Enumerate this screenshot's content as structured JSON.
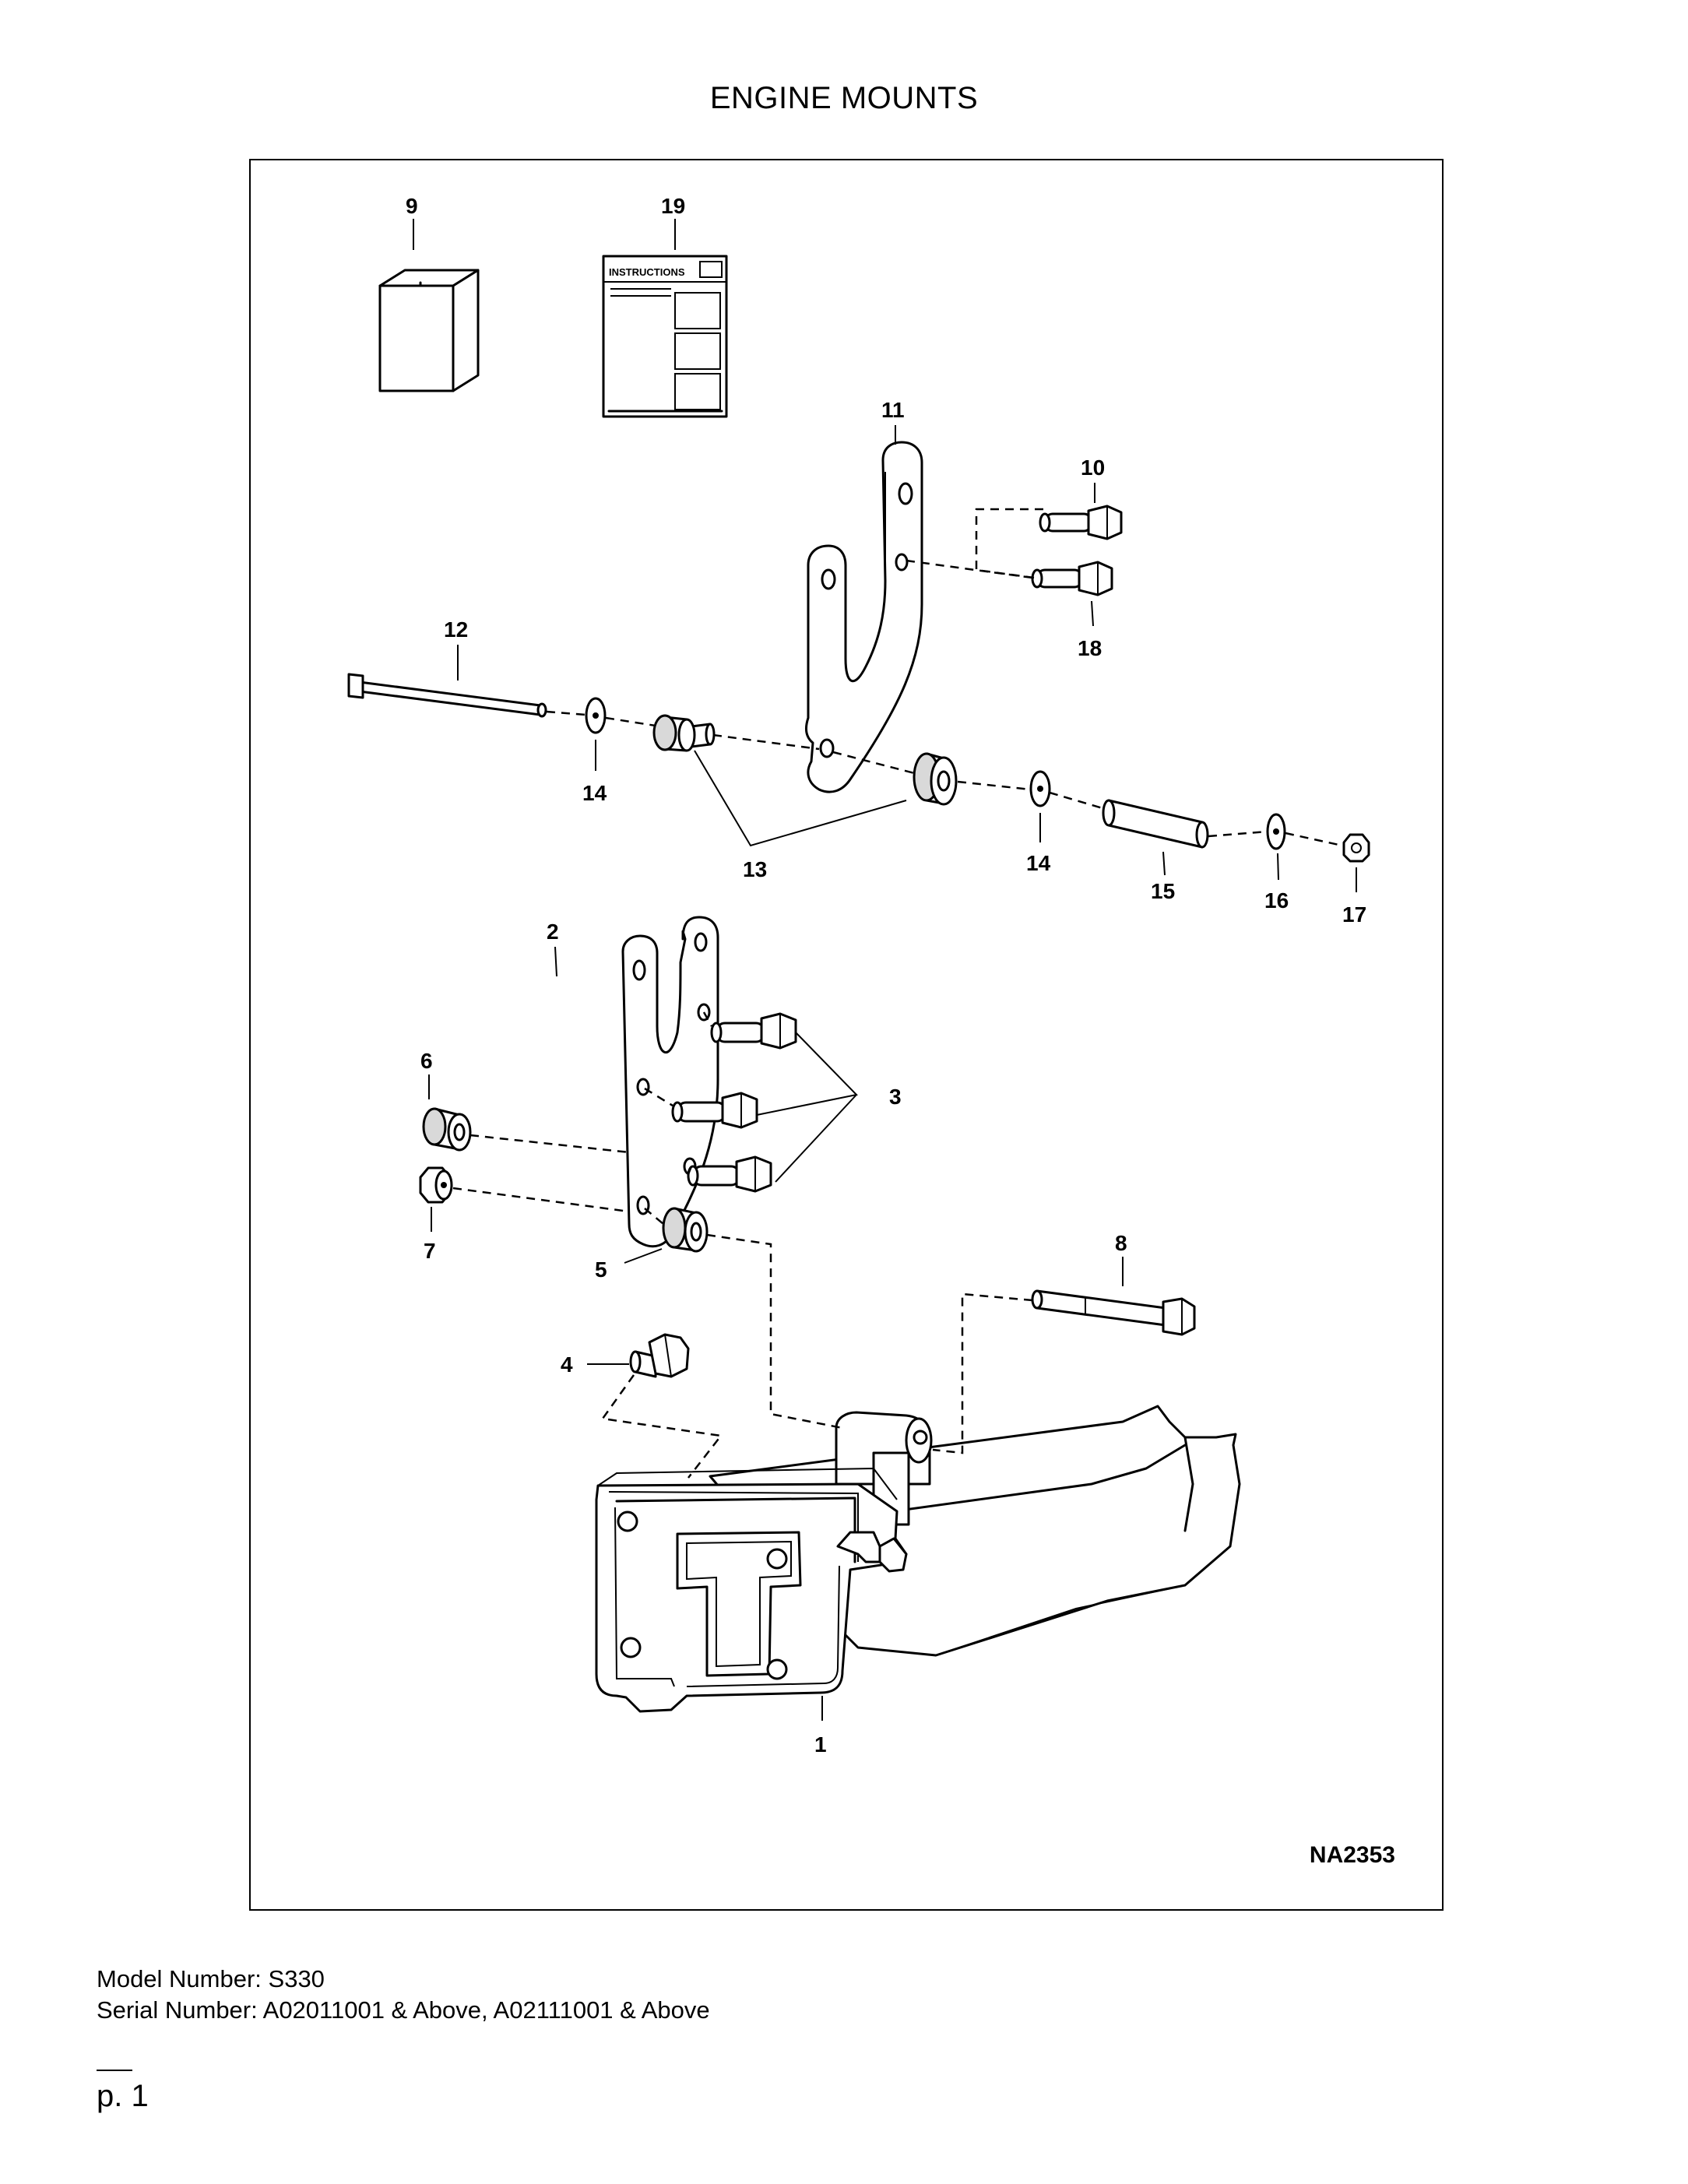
{
  "page_title": "ENGINE MOUNTS",
  "figure_code": "NA2353",
  "instructions_label": "INSTRUCTIONS",
  "callouts": [
    "1",
    "2",
    "3",
    "4",
    "5",
    "6",
    "7",
    "8",
    "9",
    "10",
    "11",
    "12",
    "13",
    "14",
    "14",
    "15",
    "16",
    "17",
    "18",
    "19"
  ],
  "footer": {
    "model_line": "Model Number: S330",
    "serial_line": "Serial Number: A02011001 & Above, A02111001 & Above"
  },
  "page_number": "p. 1"
}
